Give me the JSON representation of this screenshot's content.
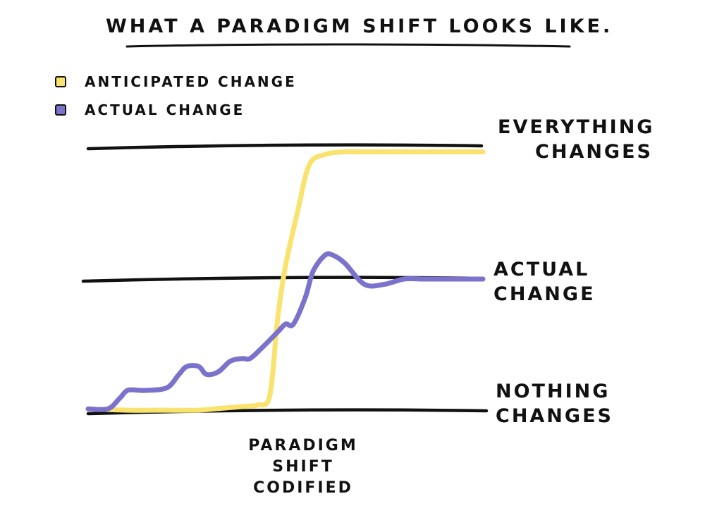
{
  "title": "What a paradigm shift looks like.",
  "legend": [
    {
      "label": "Anticipated change",
      "color": "#f9e36e"
    },
    {
      "label": "Actual change",
      "color": "#7b72cc"
    }
  ],
  "reference_labels": {
    "everything": [
      "Everything",
      "changes"
    ],
    "actual": [
      "Actual",
      "change"
    ],
    "nothing": [
      "Nothing",
      "changes"
    ]
  },
  "xlabel": [
    "Paradigm",
    "Shift",
    "Codified"
  ],
  "chart_data": {
    "type": "line",
    "title": "What a paradigm shift looks like.",
    "xlabel": "Paradigm Shift Codified",
    "ylabel": "",
    "ylim": [
      0,
      100
    ],
    "grid": false,
    "legend_position": "top-left",
    "reference_lines": [
      {
        "label": "Everything changes",
        "y": 100
      },
      {
        "label": "Actual change",
        "y": 50
      },
      {
        "label": "Nothing changes",
        "y": 0
      }
    ],
    "series": [
      {
        "name": "Anticipated change",
        "color": "#f9e36e",
        "x": [
          0,
          10,
          20,
          28,
          32,
          36,
          40,
          43,
          46,
          48,
          50,
          53,
          56,
          60,
          65,
          70,
          80,
          90,
          100
        ],
        "y": [
          1,
          0.5,
          0.5,
          0.5,
          1,
          1.5,
          2,
          2.5,
          6,
          35,
          55,
          75,
          93,
          97,
          98,
          98,
          98,
          98,
          98
        ]
      },
      {
        "name": "Actual change",
        "color": "#7b72cc",
        "x": [
          0,
          5,
          8,
          10,
          13,
          15,
          20,
          23,
          25,
          28,
          30,
          33,
          36,
          39,
          41,
          44,
          48,
          50,
          52,
          55,
          57,
          60,
          62,
          65,
          70,
          75,
          80,
          85,
          90,
          100
        ],
        "y": [
          1,
          1,
          5,
          8,
          8,
          8,
          9,
          14,
          17,
          17,
          14,
          15,
          19,
          20,
          20,
          24,
          30,
          33,
          33,
          43,
          53,
          59,
          59,
          56,
          48,
          48,
          50,
          50,
          50,
          50
        ]
      }
    ]
  }
}
